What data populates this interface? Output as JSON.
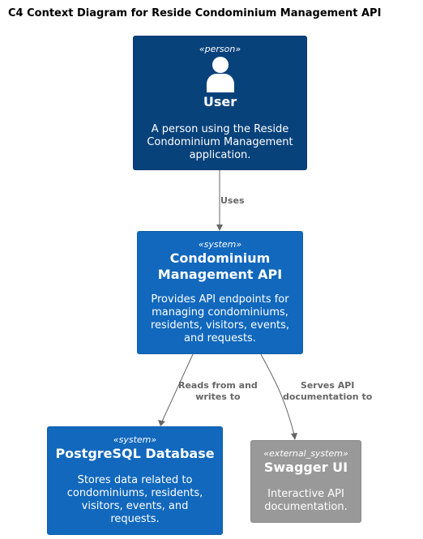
{
  "diagram": {
    "title": "C4 Context Diagram for Reside Condominium Management API"
  },
  "nodes": {
    "user": {
      "stereotype": "«person»",
      "name": "User",
      "description_lines": [
        "A person using the Reside",
        "Condominium Management",
        "application."
      ],
      "icon": "person-icon",
      "color": "#08427b"
    },
    "api": {
      "stereotype": "«system»",
      "name_lines": [
        "Condominium",
        "Management API"
      ],
      "description_lines": [
        "Provides API endpoints for",
        "managing condominiums,",
        "residents, visitors, events,",
        "and requests."
      ],
      "color": "#1168bd"
    },
    "db": {
      "stereotype": "«system»",
      "name": "PostgreSQL Database",
      "description_lines": [
        "Stores data related to",
        "condominiums, residents,",
        "visitors, events, and",
        "requests."
      ],
      "color": "#1168bd"
    },
    "swagger": {
      "stereotype": "«external_system»",
      "name": "Swagger UI",
      "description_lines": [
        "Interactive API",
        "documentation."
      ],
      "color": "#999999"
    }
  },
  "edges": {
    "user_api": {
      "label_lines": [
        "Uses"
      ]
    },
    "api_db": {
      "label_lines": [
        "Reads from and",
        "writes to"
      ]
    },
    "api_swagger": {
      "label_lines": [
        "Serves API",
        "documentation to"
      ]
    }
  }
}
